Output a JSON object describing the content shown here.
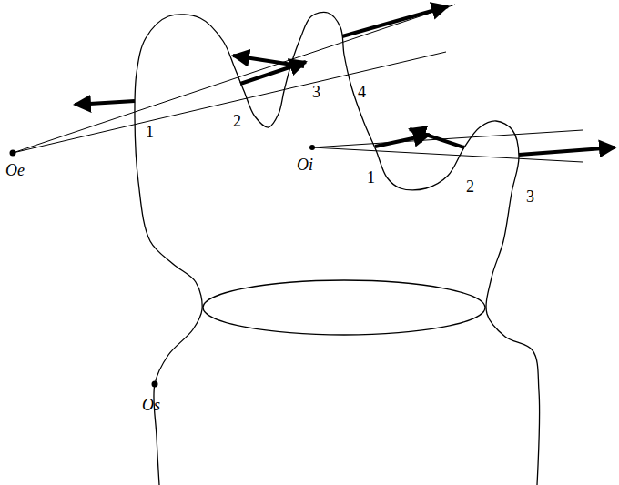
{
  "diagram": {
    "labels": [
      "1",
      "2",
      "3",
      "4",
      "Oe",
      "Oi",
      "1",
      "2",
      "3",
      "Os"
    ]
  }
}
